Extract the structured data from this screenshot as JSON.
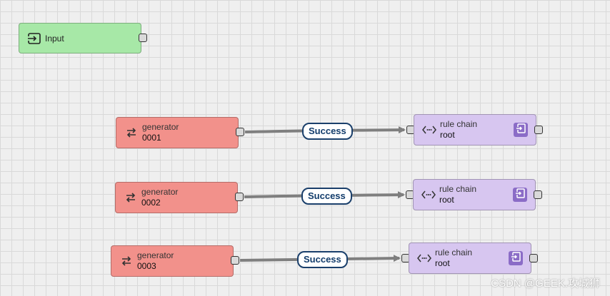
{
  "input_node": {
    "label": "Input",
    "icon": "input-icon",
    "color": "#a7e8a7"
  },
  "generators": [
    {
      "type": "generator",
      "name": "0001",
      "icon": "swap-arrows-icon",
      "color": "#f2918b"
    },
    {
      "type": "generator",
      "name": "0002",
      "icon": "swap-arrows-icon",
      "color": "#f2918b"
    },
    {
      "type": "generator",
      "name": "0003",
      "icon": "swap-arrows-icon",
      "color": "#f2918b"
    }
  ],
  "rule_chains": [
    {
      "type": "rule chain",
      "name": "root",
      "icon": "code-brackets-icon",
      "action_icon": "open-chain-icon",
      "color": "#d7c6f0"
    },
    {
      "type": "rule chain",
      "name": "root",
      "icon": "code-brackets-icon",
      "action_icon": "open-chain-icon",
      "color": "#d7c6f0"
    },
    {
      "type": "rule chain",
      "name": "root",
      "icon": "code-brackets-icon",
      "action_icon": "open-chain-icon",
      "color": "#d7c6f0"
    }
  ],
  "edges": [
    {
      "label": "Success"
    },
    {
      "label": "Success"
    },
    {
      "label": "Success"
    }
  ],
  "watermark": "CSDN @GEEK.攻城狮"
}
